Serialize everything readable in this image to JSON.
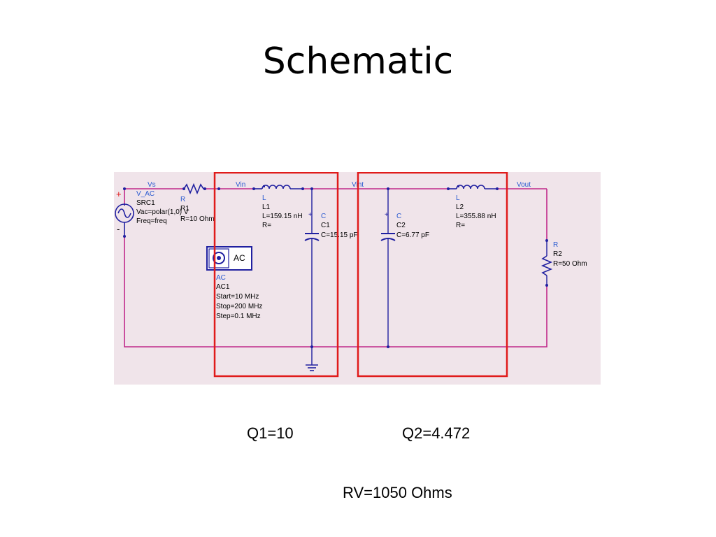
{
  "title": "Schematic",
  "colors": {
    "background": "#ffffff",
    "schematic_bg": "#f0e4ea",
    "wire": "#c0298a",
    "component": "#2020a0",
    "label": "#2a5ad0",
    "highlight": "#e01b1b"
  },
  "nodes": {
    "vs": "Vs",
    "vin": "Vin",
    "vint": "Vint",
    "vout": "Vout"
  },
  "source": {
    "type": "V_AC",
    "name": "SRC1",
    "vac": "Vac=polar(1,0) V",
    "freq": "Freq=freq",
    "plus": "+",
    "minus": "-"
  },
  "r1": {
    "type": "R",
    "name": "R1",
    "value": "R=10 Ohm"
  },
  "l1": {
    "type": "L",
    "name": "L1",
    "value": "L=159.15 nH",
    "r": "R="
  },
  "c1": {
    "type": "C",
    "name": "C1",
    "value": "C=15.15 pF"
  },
  "c2": {
    "type": "C",
    "name": "C2",
    "value": "C=6.77 pF"
  },
  "l2": {
    "type": "L",
    "name": "L2",
    "value": "L=355.88 nH",
    "r": "R="
  },
  "r2": {
    "type": "R",
    "name": "R2",
    "value": "R=50 Ohm"
  },
  "ac": {
    "button": "AC",
    "type": "AC",
    "name": "AC1",
    "start": "Start=10 MHz",
    "stop": "Stop=200 MHz",
    "step": "Step=0.1 MHz"
  },
  "captions": {
    "q1": "Q1=10",
    "q2": "Q2=4.472",
    "rv": "RV=1050 Ohms"
  }
}
